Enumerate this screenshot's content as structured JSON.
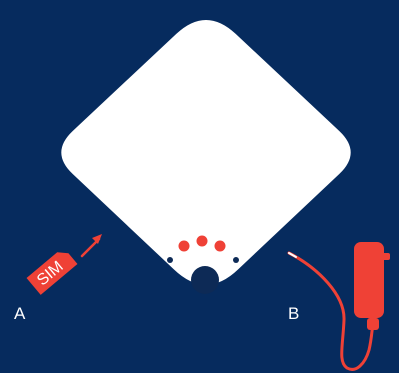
{
  "colors": {
    "background": "#062B5E",
    "device": "#FFFFFF",
    "accent": "#EF4136",
    "indicator_dark": "#0D2A56"
  },
  "device": {
    "name": "router-device",
    "status_lights_count": 3,
    "side_dots_count": 2
  },
  "sim_card": {
    "text": "SIM",
    "icon": "sim-card-icon",
    "arrow_icon": "arrow-up-right-icon"
  },
  "power_adapter": {
    "icon": "power-plug-icon",
    "cable_icon": "power-cable-icon"
  },
  "labels": {
    "a": "A",
    "b": "B"
  }
}
